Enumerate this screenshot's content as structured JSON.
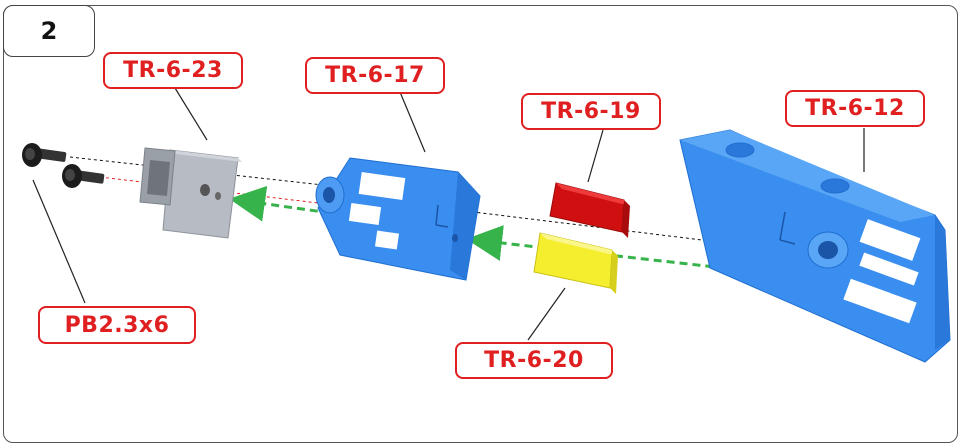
{
  "step": {
    "number": "2"
  },
  "labels": {
    "tr_6_23": "TR-6-23",
    "tr_6_17": "TR-6-17",
    "tr_6_19": "TR-6-19",
    "tr_6_12": "TR-6-12",
    "tr_6_20": "TR-6-20",
    "pb_2_3x6": "PB2.3x6"
  },
  "colors": {
    "label_red": "#e02020",
    "part_blue": "#3a8ef0",
    "part_red": "#d01010",
    "part_yellow": "#f4ee2e",
    "part_grey": "#a9aeb6",
    "screw_black": "#222222",
    "arrow_green": "#36b34a"
  }
}
